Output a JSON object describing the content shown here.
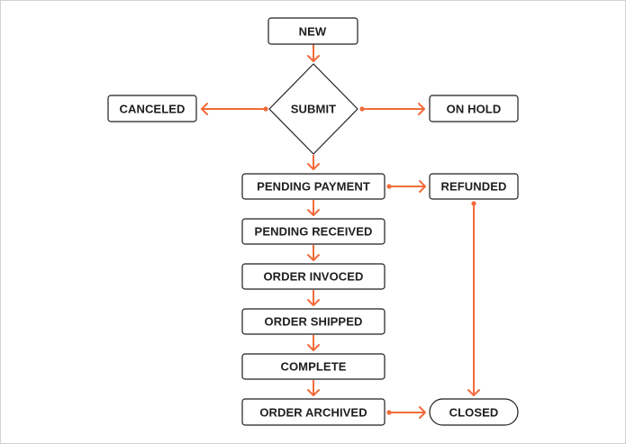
{
  "colors": {
    "edge": "#f26b3a",
    "outline": "#1e1e1e",
    "text": "#1e1e1e",
    "frame": "#d2d2d2"
  },
  "nodes": {
    "new": "NEW",
    "submit": "SUBMIT",
    "canceled": "CANCELED",
    "on_hold": "ON HOLD",
    "pending_payment": "PENDING PAYMENT",
    "refunded": "REFUNDED",
    "pending_received": "PENDING RECEIVED",
    "order_invoced": "ORDER INVOCED",
    "order_shipped": "ORDER SHIPPED",
    "complete": "COMPLETE",
    "order_archived": "ORDER ARCHIVED",
    "closed": "CLOSED"
  },
  "edges": [
    {
      "from": "NEW",
      "to": "SUBMIT"
    },
    {
      "from": "SUBMIT",
      "to": "CANCELED"
    },
    {
      "from": "SUBMIT",
      "to": "ON HOLD"
    },
    {
      "from": "SUBMIT",
      "to": "PENDING PAYMENT"
    },
    {
      "from": "PENDING PAYMENT",
      "to": "REFUNDED"
    },
    {
      "from": "PENDING PAYMENT",
      "to": "PENDING RECEIVED"
    },
    {
      "from": "PENDING RECEIVED",
      "to": "ORDER INVOCED"
    },
    {
      "from": "ORDER INVOCED",
      "to": "ORDER SHIPPED"
    },
    {
      "from": "ORDER SHIPPED",
      "to": "COMPLETE"
    },
    {
      "from": "COMPLETE",
      "to": "ORDER ARCHIVED"
    },
    {
      "from": "ORDER ARCHIVED",
      "to": "CLOSED"
    },
    {
      "from": "REFUNDED",
      "to": "CLOSED"
    }
  ]
}
